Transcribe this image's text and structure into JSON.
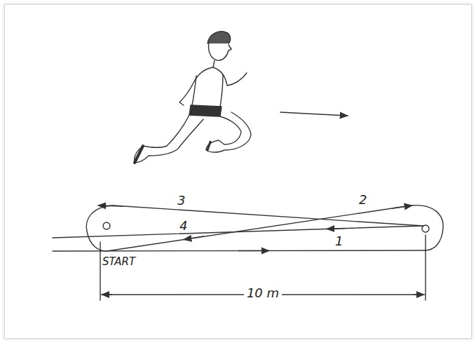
{
  "diagram": {
    "labels": [
      "3",
      "2",
      "4",
      "1",
      "START",
      "10 m"
    ]
  }
}
